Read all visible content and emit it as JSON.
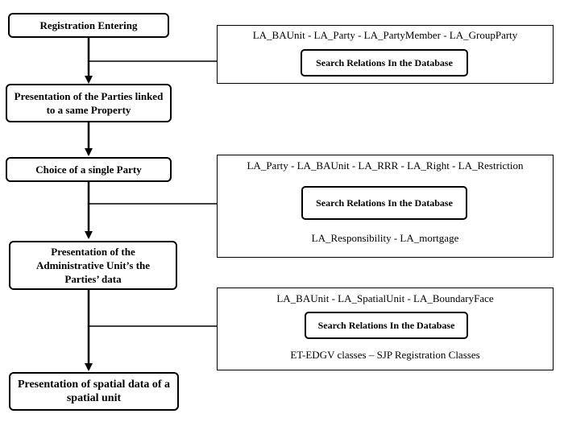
{
  "flow": {
    "step1": "Registration Entering",
    "step2": "Presentation of the Parties linked to a same Property",
    "step3": "Choice of a single Party",
    "step4": "Presentation of the Administrative Unit’s the Parties’ data",
    "step5": "Presentation of spatial data of a spatial unit"
  },
  "panels": [
    {
      "top_text": "LA_BAUnit  - LA_Party - LA_PartyMember - LA_GroupParty",
      "search_label": "Search Relations In the Database",
      "bottom_text": ""
    },
    {
      "top_text": "LA_Party - LA_BAUnit  - LA_RRR - LA_Right - LA_Restriction",
      "search_label": "Search Relations In the Database",
      "bottom_text": "LA_Responsibility - LA_mortgage"
    },
    {
      "top_text": "LA_BAUnit  - LA_SpatialUnit  - LA_BoundaryFace",
      "search_label": "Search Relations In the Database",
      "bottom_text": "ET-EDGV classes – SJP Registration Classes"
    }
  ]
}
